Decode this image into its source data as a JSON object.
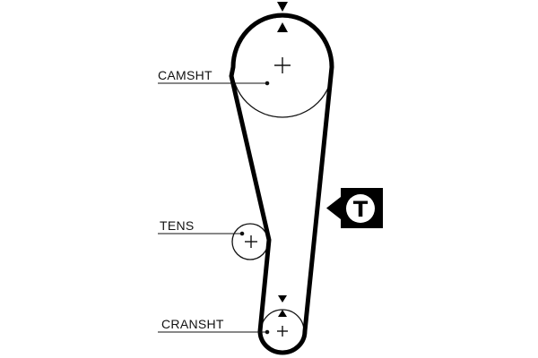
{
  "diagram": {
    "labels": {
      "camshaft": "CAMSHT",
      "tensioner": "TENS",
      "crankshaft": "CRANSHT"
    },
    "tension_marker": "T",
    "colors": {
      "belt": "#000000",
      "pulley_outline": "#111111",
      "background": "#ffffff"
    }
  }
}
